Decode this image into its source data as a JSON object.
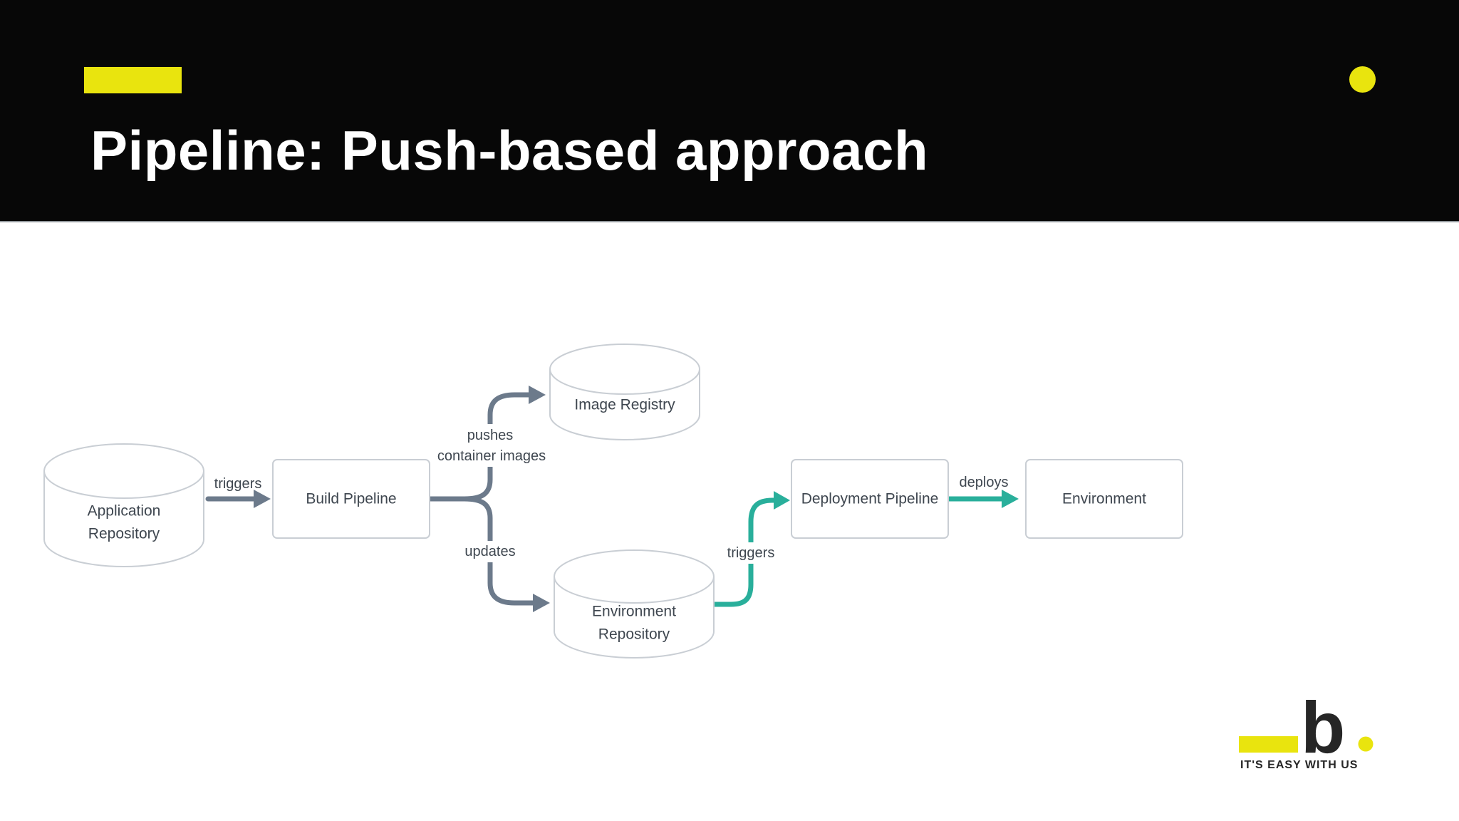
{
  "colors": {
    "header-bg": "#070707",
    "accent-yellow": "#E9E40E",
    "title-color": "#FFFFFF",
    "slide-bg": "#FFFFFF",
    "edge-gray": "#6C7A8B",
    "edge-teal": "#29AF9B",
    "node-border": "#C9CED4",
    "node-fill": "#FFFFFF",
    "text-dark": "#3E464F",
    "logo-black": "#262626"
  },
  "title": "Pipeline: Push-based approach",
  "diagram": {
    "nodes": {
      "app_repo": {
        "shape": "cylinder",
        "lines": [
          "Application",
          "Repository"
        ]
      },
      "build_pipeline": {
        "shape": "rect",
        "lines": [
          "Build Pipeline"
        ]
      },
      "image_registry": {
        "shape": "cylinder",
        "lines": [
          "Image Registry"
        ]
      },
      "env_repo": {
        "shape": "cylinder",
        "lines": [
          "Environment",
          "Repository"
        ]
      },
      "deploy_pipeline": {
        "shape": "rect",
        "lines": [
          "Deployment Pipeline"
        ]
      },
      "environment": {
        "shape": "rect",
        "lines": [
          "Environment"
        ]
      }
    },
    "edges": {
      "app_to_build": {
        "label_lines": [
          "triggers"
        ],
        "color": "gray"
      },
      "build_to_registry": {
        "label_lines": [
          "pushes",
          "container images"
        ],
        "color": "gray"
      },
      "build_to_envrepo": {
        "label_lines": [
          "updates"
        ],
        "color": "gray"
      },
      "envrepo_to_deploy": {
        "label_lines": [
          "triggers"
        ],
        "color": "teal"
      },
      "deploy_to_environment": {
        "label_lines": [
          "deploys"
        ],
        "color": "teal"
      }
    }
  },
  "logo": {
    "letter": "b",
    "tagline": "IT'S EASY WITH US"
  }
}
